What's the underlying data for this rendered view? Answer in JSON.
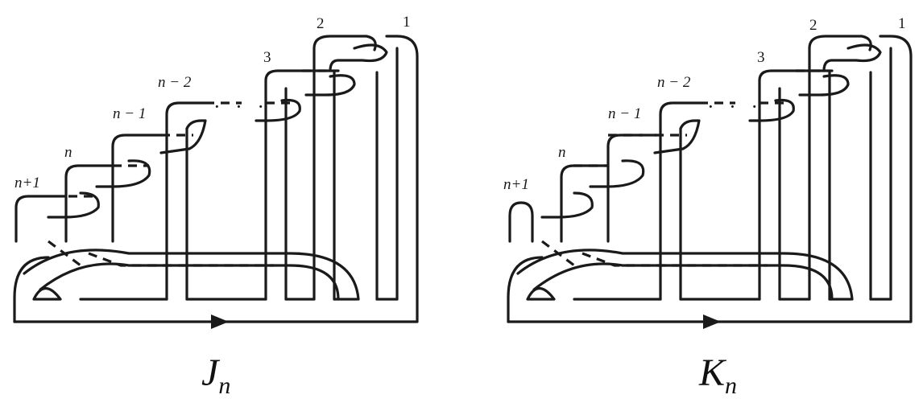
{
  "diagrams": [
    {
      "title_main": "J",
      "title_sub": "n",
      "strand_labels": [
        "1",
        "2",
        "3",
        "n − 2",
        "n − 1",
        "n",
        "n+1"
      ],
      "ellipsis": "· · ·",
      "orientation_icon": "arrow-right-icon"
    },
    {
      "title_main": "K",
      "title_sub": "n",
      "strand_labels": [
        "1",
        "2",
        "3",
        "n − 2",
        "n − 1",
        "n",
        "n+1"
      ],
      "ellipsis": "· · ·",
      "orientation_icon": "arrow-right-icon"
    }
  ]
}
